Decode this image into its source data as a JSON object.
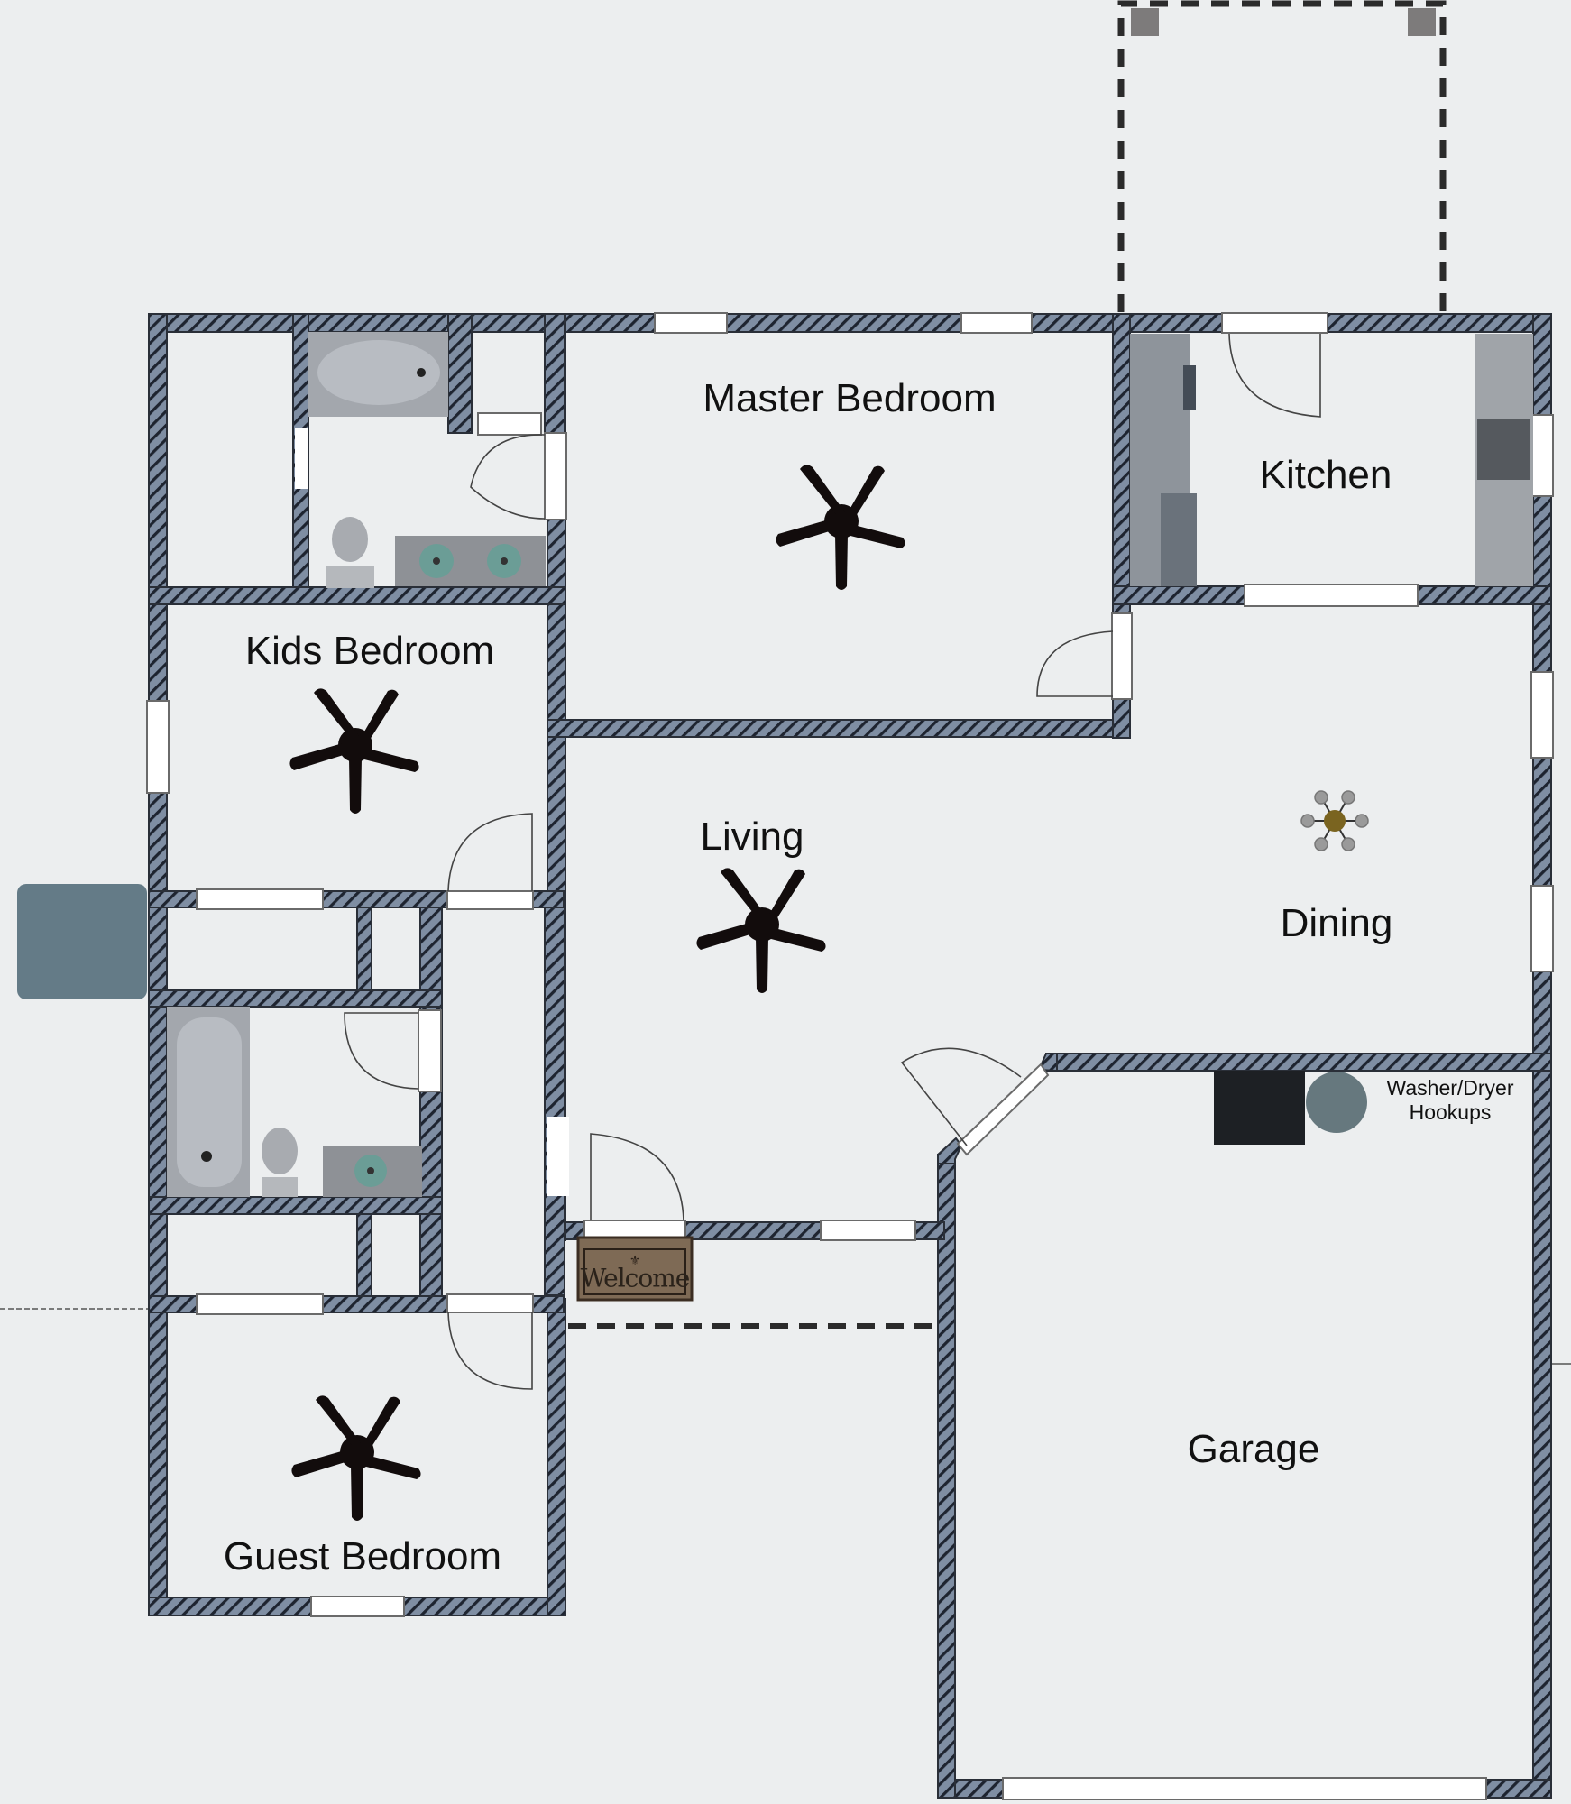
{
  "plan": {
    "type": "floor-plan",
    "background": "#eceeef",
    "wall_color": "#7f8ea3",
    "wall_hatch": "#1e2430"
  },
  "rooms": {
    "master_bedroom": {
      "label": "Master Bedroom"
    },
    "kitchen": {
      "label": "Kitchen"
    },
    "kids_bedroom": {
      "label": "Kids Bedroom"
    },
    "living": {
      "label": "Living"
    },
    "dining": {
      "label": "Dining"
    },
    "garage": {
      "label": "Garage"
    },
    "guest_bedroom": {
      "label": "Guest Bedroom"
    }
  },
  "annotations": {
    "washer_dryer": "Washer/Dryer Hookups",
    "welcome_mat": "Welcome"
  },
  "fixtures": {
    "ceiling_fans": [
      "master-bedroom",
      "kids-bedroom",
      "living",
      "guest-bedroom"
    ],
    "chandelier": "dining",
    "chandelier_color": "#7a6420"
  }
}
